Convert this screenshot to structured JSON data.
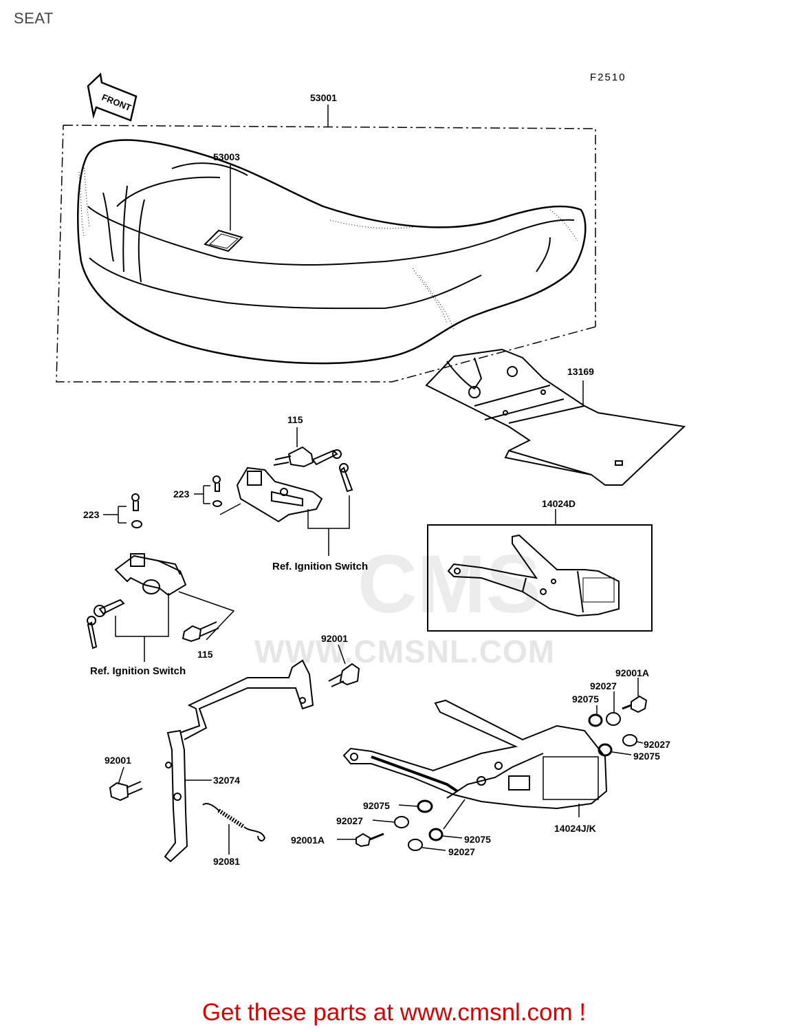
{
  "header": {
    "title": "SEAT",
    "figure_code": "F2510"
  },
  "front_marker": "FRONT",
  "watermark": {
    "logo": "CMS",
    "url": "WWW.CMSNL.COM"
  },
  "callouts": {
    "p53001": "53001",
    "p53003": "53003",
    "p13169": "13169",
    "p115_top": "115",
    "p223_top": "223",
    "p223_left": "223",
    "p115_bottom": "115",
    "ref_ignition_1": "Ref. Ignition Switch",
    "ref_ignition_2": "Ref. Ignition Switch",
    "p14024D": "14024D",
    "p92001_mid": "92001",
    "p92001A_top": "92001A",
    "p92027_top": "92027",
    "p92075_top": "92075",
    "p92027_right": "92027",
    "p92075_right": "92075",
    "p92001_left": "92001",
    "p32074": "32074",
    "p92075_lower": "92075",
    "p92027_lower": "92027",
    "p92001A_lower": "92001A",
    "p92075_bottom": "92075",
    "p92027_bottom": "92027",
    "p92081": "92081",
    "p14024JK": "14024J/K"
  },
  "footer": {
    "text": "Get these parts at www.cmsnl.com !"
  }
}
